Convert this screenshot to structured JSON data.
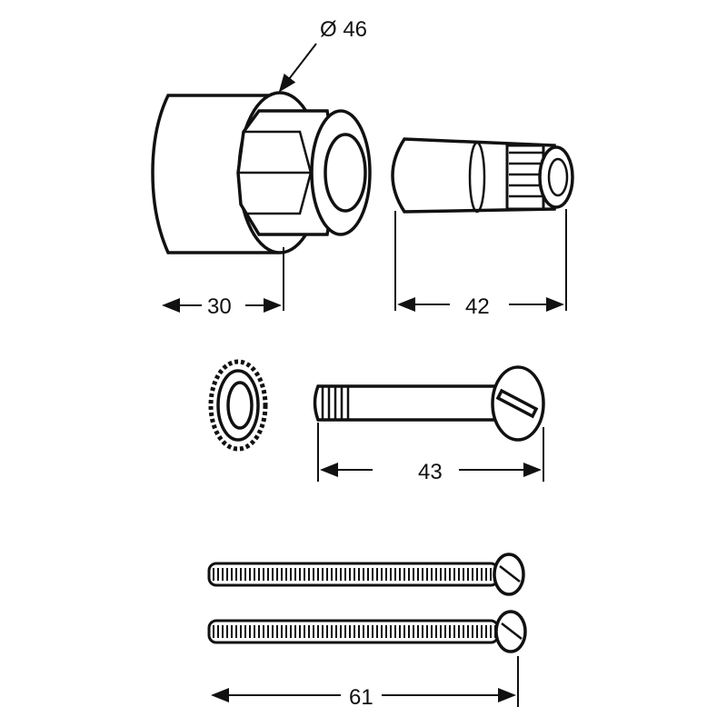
{
  "drawing": {
    "parts": [
      {
        "name": "cover-cap",
        "dimension_label": "Ø 46",
        "width_label": "30"
      },
      {
        "name": "spindle-extension",
        "length_label": "42"
      },
      {
        "name": "lock-washer"
      },
      {
        "name": "slotted-screw",
        "length_label": "43"
      },
      {
        "name": "long-slotted-screws",
        "quantity": 2,
        "length_label": "61"
      }
    ],
    "line_color": "#111111"
  }
}
